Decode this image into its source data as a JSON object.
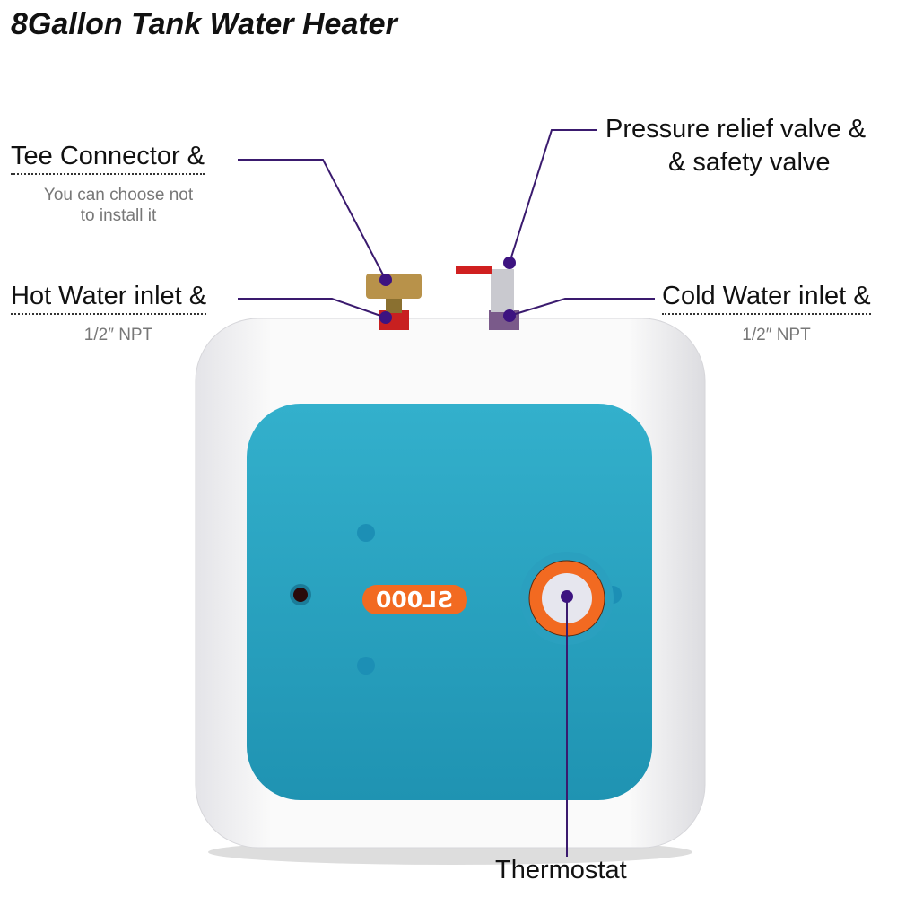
{
  "title": "8Gallon Tank Water Heater",
  "callouts": {
    "tee": {
      "label": "Tee Connector &",
      "note_line1": "You can choose not",
      "note_line2": "to install it"
    },
    "hot": {
      "label": "Hot Water inlet &",
      "note": "1/2″ NPT"
    },
    "pressure": {
      "line1": "Pressure relief valve &",
      "line2": "& safety valve"
    },
    "cold": {
      "label": "Cold Water inlet &",
      "note": "1/2″ NPT"
    },
    "thermostat": {
      "label": "Thermostat"
    }
  },
  "product": {
    "logo_text": "SL000 (mirrored)"
  },
  "colors": {
    "callout_line": "#3a1a6e",
    "callout_dot": "#3d1380",
    "panel": "#2aa3c0",
    "thermostat_ring": "#f26a21",
    "body": "#f4f4f6"
  }
}
